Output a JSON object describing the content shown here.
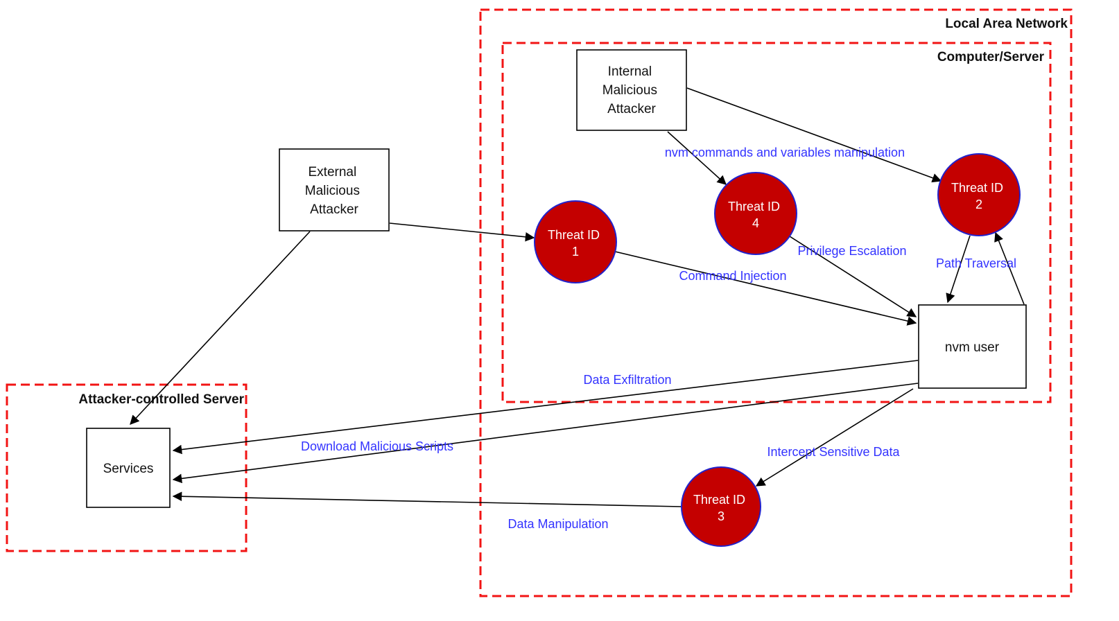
{
  "boundaries": [
    {
      "id": "local_area_network",
      "label": "Local Area Network"
    },
    {
      "id": "computer_server",
      "label": "Computer/Server"
    },
    {
      "id": "attacker_controlled_server",
      "label": "Attacker-controlled Server"
    }
  ],
  "nodes": {
    "internal_attacker": {
      "lines": [
        "Internal",
        "Malicious",
        "Attacker"
      ]
    },
    "external_attacker": {
      "lines": [
        "External",
        "Malicious",
        "Attacker"
      ]
    },
    "nvm_user": {
      "label": "nvm user"
    },
    "services": {
      "label": "Services"
    }
  },
  "threats": {
    "threat_1": {
      "title": "Threat ID",
      "number": "1"
    },
    "threat_2": {
      "title": "Threat ID",
      "number": "2"
    },
    "threat_3": {
      "title": "Threat ID",
      "number": "3"
    },
    "threat_4": {
      "title": "Threat ID",
      "number": "4"
    }
  },
  "edges": [
    {
      "id": "internal_to_threat4",
      "from": "internal_attacker",
      "to": "threat_4",
      "label": "nvm commands and variables manipulation"
    },
    {
      "id": "internal_to_threat2",
      "from": "internal_attacker",
      "to": "threat_2",
      "label": ""
    },
    {
      "id": "external_to_threat1",
      "from": "external_attacker",
      "to": "threat_1",
      "label": ""
    },
    {
      "id": "external_to_services",
      "from": "external_attacker",
      "to": "services",
      "label": ""
    },
    {
      "id": "threat1_to_nvm_user",
      "from": "threat_1",
      "to": "nvm_user",
      "label": "Command Injection"
    },
    {
      "id": "threat4_to_nvm_user",
      "from": "threat_4",
      "to": "nvm_user",
      "label": "Privilege Escalation"
    },
    {
      "id": "threat2_to_nvm_user",
      "from": "threat_2",
      "to": "nvm_user",
      "label": "Path Traversal"
    },
    {
      "id": "nvm_user_to_threat2",
      "from": "nvm_user",
      "to": "threat_2",
      "label": ""
    },
    {
      "id": "nvm_user_to_services_exfiltration",
      "from": "nvm_user",
      "to": "services",
      "label": "Data Exfiltration"
    },
    {
      "id": "nvm_user_to_services_download",
      "from": "nvm_user",
      "to": "services",
      "label": "Download Malicious Scripts"
    },
    {
      "id": "nvm_user_to_threat3",
      "from": "nvm_user",
      "to": "threat_3",
      "label": "Intercept Sensitive Data"
    },
    {
      "id": "threat3_to_services",
      "from": "threat_3",
      "to": "services",
      "label": "Data Manipulation"
    }
  ],
  "colors": {
    "boundary_red": "#f21414",
    "threat_red": "#c40000",
    "threat_stroke_blue": "#2222cc",
    "edge_label_blue": "#3333ff",
    "node_stroke": "#000000",
    "background": "#ffffff"
  }
}
